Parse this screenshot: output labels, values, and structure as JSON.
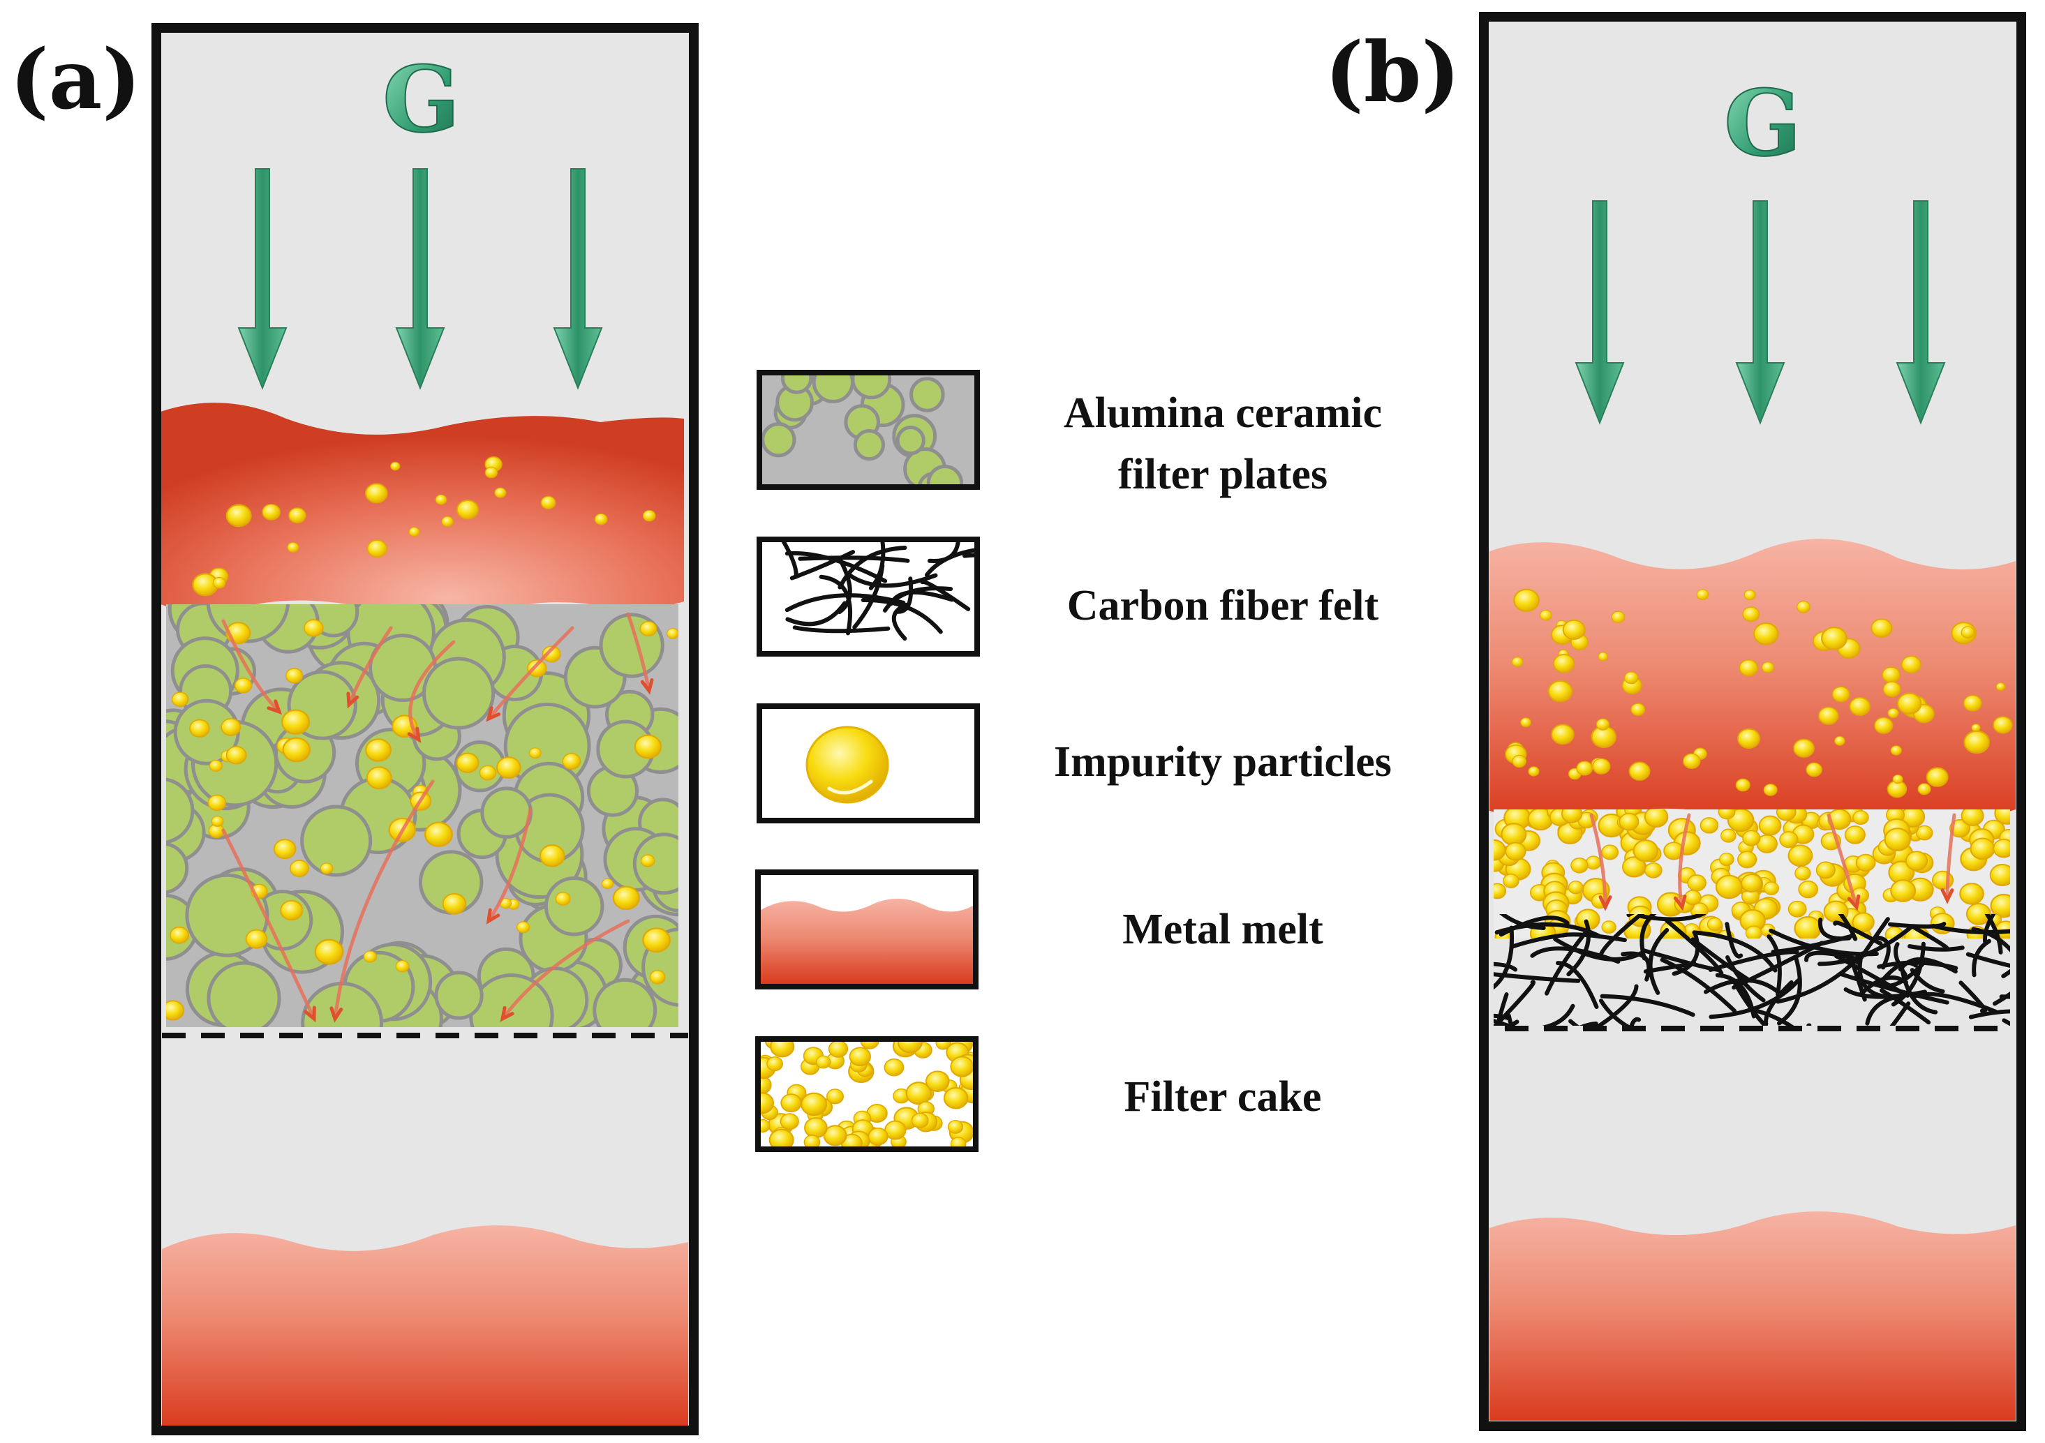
{
  "panels": [
    {
      "label": "(a)",
      "gravity_symbol": "G"
    },
    {
      "label": "(b)",
      "gravity_symbol": "G"
    }
  ],
  "legend": {
    "alumina": {
      "line1": "Alumina ceramic",
      "line2": "filter plates"
    },
    "carbon": {
      "line1": "Carbon fiber felt"
    },
    "impurity": {
      "line1": "Impurity particles"
    },
    "melt": {
      "line1": "Metal melt"
    },
    "cake": {
      "line1": "Filter cake"
    }
  },
  "colors": {
    "container_fill": "#e6e6e6",
    "frame": "#111111",
    "ceramic_green": "#b0cc68",
    "ceramic_gray": "#b9b9b9",
    "melt_light": "#f4a898",
    "melt_dark": "#d83a1e",
    "particle_yellow": "#f7da00",
    "gravity_green": "#3fa27a",
    "flow_arrow": "#e8705a"
  }
}
